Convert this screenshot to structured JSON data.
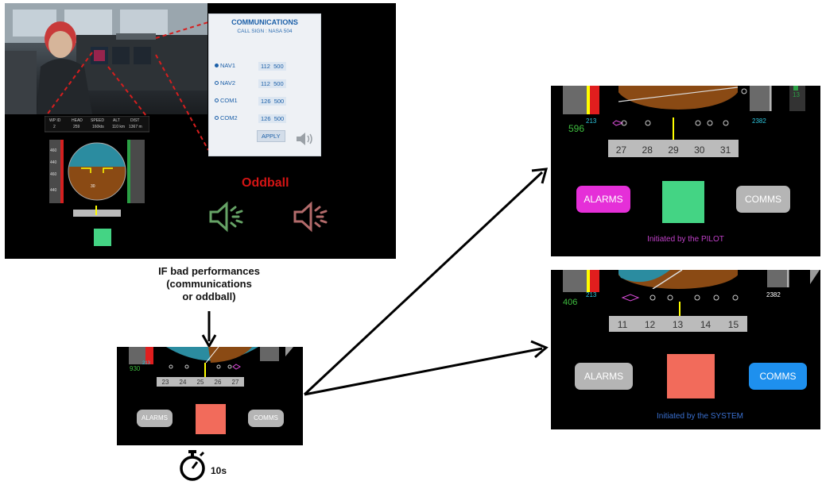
{
  "comm_panel": {
    "title": "COMMUNICATIONS",
    "call_sign": "CALL SIGN : NASA 504",
    "rows": [
      {
        "label": "NAV1",
        "selected": true,
        "freq1": "112",
        "freq2": "500"
      },
      {
        "label": "NAV2",
        "selected": false,
        "freq1": "112",
        "freq2": "500"
      },
      {
        "label": "COM1",
        "selected": false,
        "freq1": "126",
        "freq2": "500"
      },
      {
        "label": "COM2",
        "selected": false,
        "freq1": "126",
        "freq2": "500"
      }
    ],
    "apply": "APPLY"
  },
  "oddball": {
    "title": "Oddball",
    "colors": {
      "go": "#66a366",
      "nogo": "#b36b6b"
    }
  },
  "small_pfd": {
    "header": [
      "WP ID",
      "HEAD",
      "SPEED",
      "ALT",
      "DIST"
    ],
    "values": [
      "2",
      "259",
      "160kts",
      "110 km",
      "1367 m"
    ],
    "speed_ticks": [
      "460",
      "440",
      "460",
      "440"
    ],
    "heading_ticks": [
      "30"
    ]
  },
  "condition": {
    "line1": "IF bad performances",
    "line2": "(communications",
    "line3": "or oddball)"
  },
  "timer": {
    "label": "10s",
    "icon": "stopwatch-icon"
  },
  "center_display": {
    "left_value": "930",
    "left_sub": "213",
    "heading_ticks": [
      "23",
      "24",
      "25",
      "26",
      "27"
    ],
    "alarms": "ALARMS",
    "comms": "COMMS",
    "square_color": "#f26b5b"
  },
  "pilot_display": {
    "left_value": "596",
    "left_sub": "213",
    "right_value": "2382",
    "right_top": "13",
    "heading_ticks": [
      "27",
      "28",
      "29",
      "30",
      "31"
    ],
    "alarms": "ALARMS",
    "comms": "COMMS",
    "square_color": "#44d484",
    "alarms_color": "#e52fd8",
    "caption": "Initiated by the PILOT",
    "caption_color": "#c040c8"
  },
  "system_display": {
    "left_value": "406",
    "left_sub": "213",
    "right_value": "2382",
    "heading_ticks": [
      "11",
      "12",
      "13",
      "14",
      "15"
    ],
    "alarms": "ALARMS",
    "comms": "COMMS",
    "square_color": "#f26b5b",
    "comms_color": "#1e90ee",
    "caption": "Initiated by the SYSTEM",
    "caption_color": "#3a70d0"
  }
}
